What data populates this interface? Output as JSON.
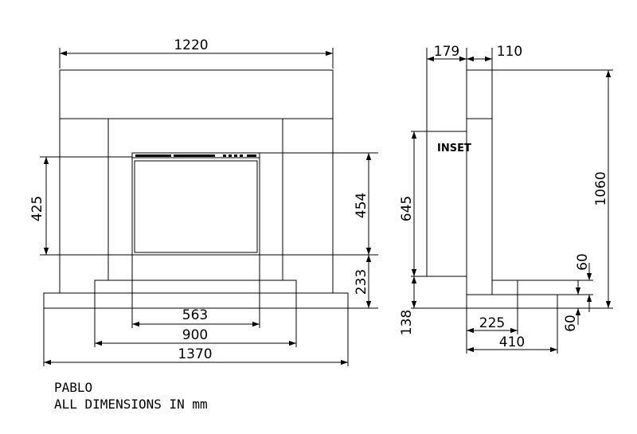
{
  "front_view": {
    "overall_width": "1220",
    "insert_height": "425",
    "opening_height": "454",
    "hearth_to_opening": "233",
    "opening_width": "563",
    "inner_width": "900",
    "hearth_width": "1370"
  },
  "side_view": {
    "top_depth_a": "179",
    "top_depth_b": "110",
    "inset_label": "INSET",
    "inset_height": "645",
    "total_height": "1060",
    "back_panel_height": "60",
    "hearth_height": "138",
    "hearth_thickness": "60",
    "leg_depth": "225",
    "hearth_depth": "410"
  },
  "caption": {
    "model": "PABLO",
    "units_note": "ALL DIMENSIONS IN mm"
  }
}
